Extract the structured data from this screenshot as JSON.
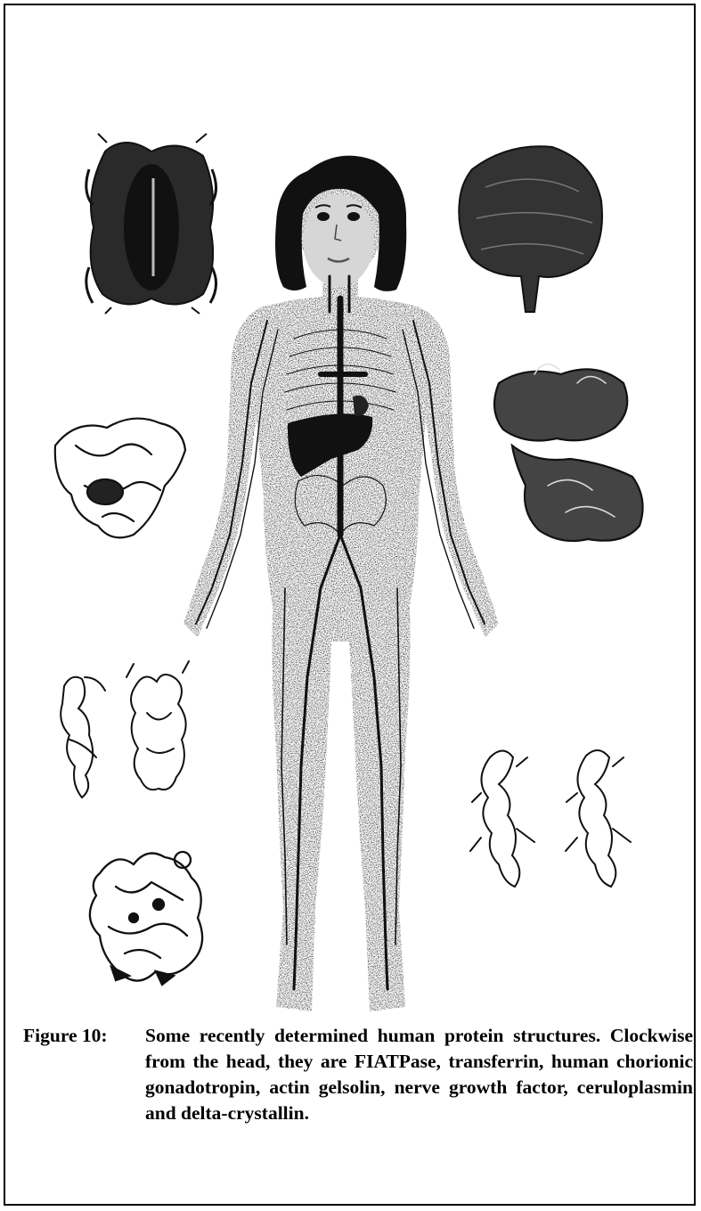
{
  "caption": {
    "label": "Figure 10:",
    "text": "Some recently determined human protein structures. Clockwise from the head, they are FIATPase, transferrin, human chorionic gonadotropin, actin gelsolin, nerve growth factor, ceruloplasmin and delta-crystallin."
  },
  "proteins": [
    "FIATPase",
    "transferrin",
    "human chorionic gonadotropin",
    "actin gelsolin",
    "nerve growth factor",
    "ceruloplasmin",
    "delta-crystallin"
  ]
}
